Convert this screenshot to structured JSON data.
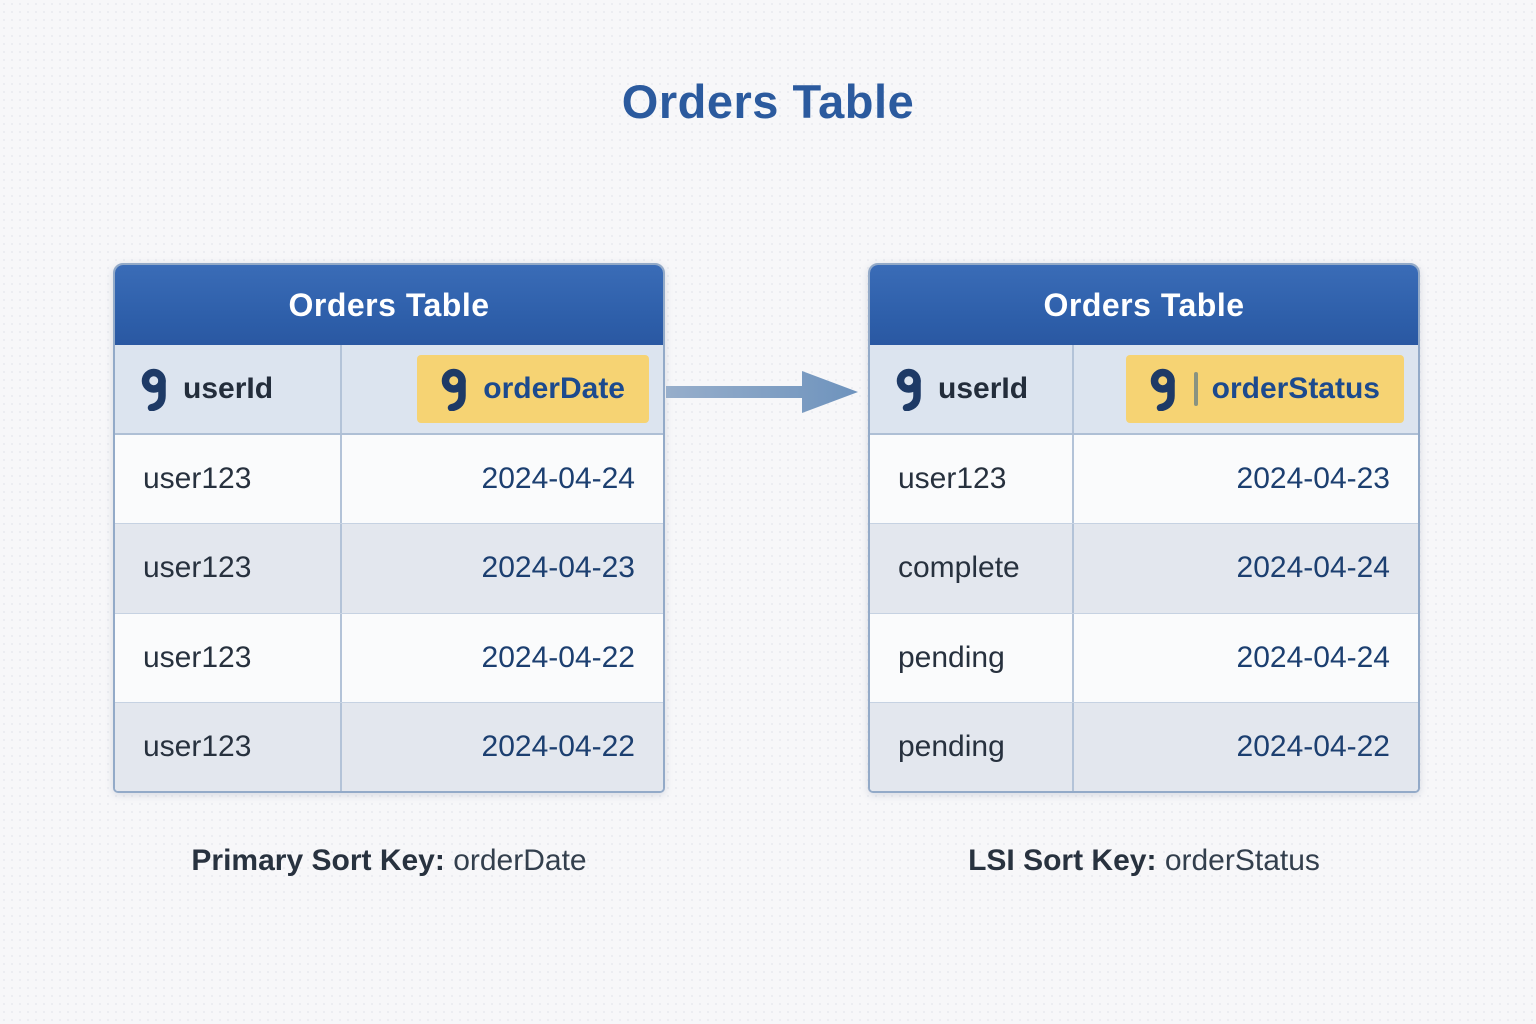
{
  "page": {
    "title": "Orders Table"
  },
  "tables": {
    "left": {
      "title": "Orders Table",
      "columns": [
        {
          "label": "userId",
          "icon": "key-icon",
          "highlight": false
        },
        {
          "label": "orderDate",
          "icon": "key-icon",
          "highlight": true
        }
      ],
      "rows": [
        [
          "user123",
          "2024-04-24"
        ],
        [
          "user123",
          "2024-04-23"
        ],
        [
          "user123",
          "2024-04-22"
        ],
        [
          "user123",
          "2024-04-22"
        ]
      ],
      "caption": {
        "label": "Primary Sort Key:",
        "value": "orderDate"
      }
    },
    "right": {
      "title": "Orders Table",
      "columns": [
        {
          "label": "userId",
          "icon": "key-icon",
          "highlight": false
        },
        {
          "label": "orderStatus",
          "icon": "key-icon",
          "highlight": true
        }
      ],
      "rows": [
        [
          "user123",
          "2024-04-23"
        ],
        [
          "complete",
          "2024-04-24"
        ],
        [
          "pending",
          "2024-04-24"
        ],
        [
          "pending",
          "2024-04-22"
        ]
      ],
      "caption": {
        "label": "LSI Sort Key:",
        "value": "orderStatus"
      }
    }
  },
  "arrow": {
    "direction": "right"
  },
  "colors": {
    "header_blue": "#2d5ea9",
    "highlight_yellow": "#f6d373",
    "title_blue": "#2b5a9e",
    "icon_navy": "#1e3a66",
    "arrow_blue": "#7e9dc3",
    "row_alt": "#e3e7ee"
  }
}
